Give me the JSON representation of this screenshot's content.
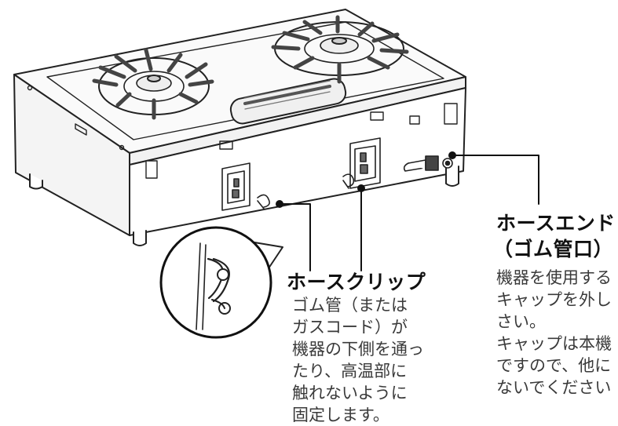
{
  "labels": {
    "hose_clip": {
      "title": "ホースクリップ",
      "lines": [
        "ゴム管（または",
        "ガスコード）が",
        "機器の下側を通っ",
        "たり、高温部に",
        "触れないように",
        "固定します。"
      ]
    },
    "hose_end": {
      "title_line1": "ホースエンド",
      "title_line2": "（ゴム管口）",
      "lines": [
        "機器を使用する",
        "キャップを外し",
        "さい。",
        "キャップは本機",
        "ですので、他に",
        "ないでください"
      ]
    }
  }
}
